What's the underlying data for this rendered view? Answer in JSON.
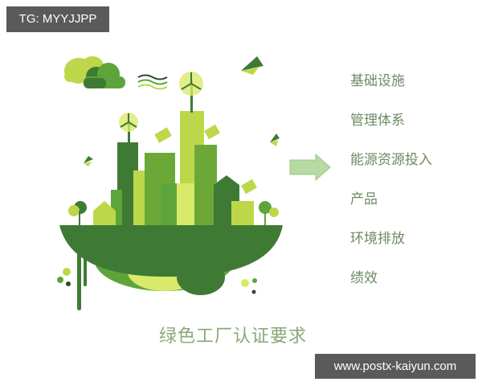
{
  "watermark_top": "TG: MYYJJPP",
  "watermark_bottom": "www.postx-kaiyun.com",
  "title": "绿色工厂认证要求",
  "requirements": [
    {
      "label": "基础设施"
    },
    {
      "label": "管理体系"
    },
    {
      "label": "能源资源投入"
    },
    {
      "label": "产品"
    },
    {
      "label": "环境排放"
    },
    {
      "label": "绩效"
    }
  ],
  "illustration": {
    "subject": "green-city-floating-island",
    "elements": [
      "clouds",
      "wind-waves",
      "wind-turbines",
      "solar-panels",
      "buildings",
      "houses",
      "trees",
      "birds",
      "floating-island"
    ]
  },
  "arrow": {
    "direction": "right",
    "color": "#b7d9a3"
  },
  "colors": {
    "dark_green": "#3f7a35",
    "mid_green": "#5da53b",
    "light_green": "#bcd84a",
    "lime": "#d9ea6b",
    "text_green": "#6f8b62",
    "caption_green": "#88a874"
  }
}
